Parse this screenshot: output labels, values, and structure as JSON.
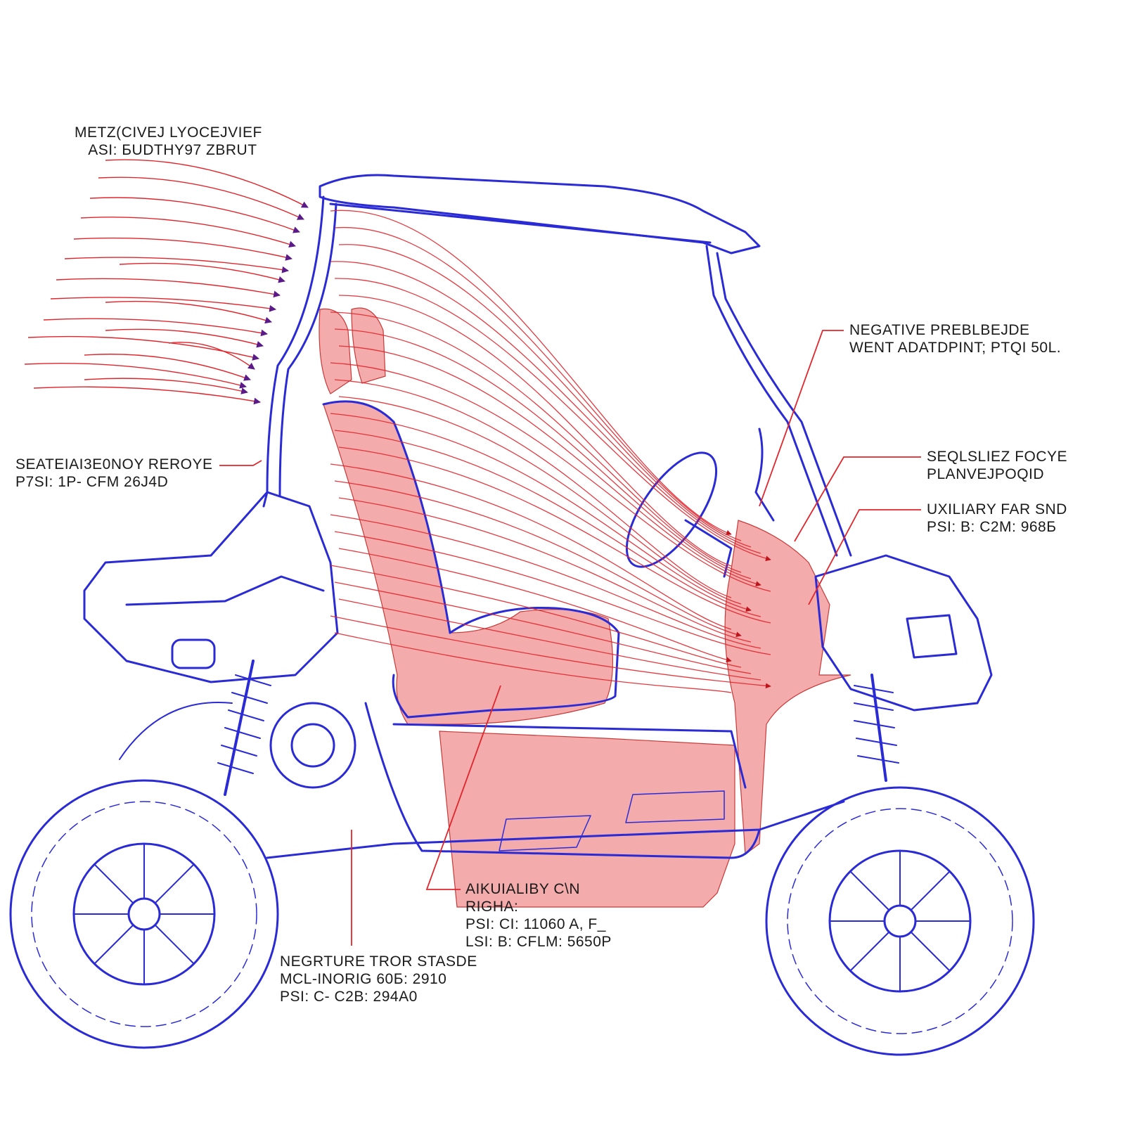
{
  "colors": {
    "frame": "#2b2bd6",
    "flow": "#e0262d",
    "fill": "#ef8f8f",
    "arrow": "#5a1a8a",
    "text": "#1a1a1a",
    "background": "#ffffff"
  },
  "callouts": [
    {
      "id": "top-left",
      "lines": [
        "METZ(CIVEJ LYOCEJVIEF",
        "ASI: БUDTHY97 ZBRUT"
      ]
    },
    {
      "id": "seat",
      "lines": [
        "SEATEIAI3E0NOY REROYE",
        "P7SI: 1P- CFM 26J4D"
      ]
    },
    {
      "id": "negative-pressure-vent",
      "lines": [
        "NEGATIVE PREBLBEJDE",
        "WENT ADATDPINT; PTQI 50L."
      ]
    },
    {
      "id": "seal-force",
      "lines": [
        "SEQLSLIEZ FOCYE",
        "PLANVEJPOQID"
      ]
    },
    {
      "id": "auxiliary-fan",
      "lines": [
        "UXILIARY FAR SND",
        "PSI: B: C2M: 968Б"
      ]
    },
    {
      "id": "auxiliary-can",
      "lines": [
        "AIKUIALIBY C\\N",
        "RIGHA:",
        "PSI: CI: 11060 A, F_",
        "LSI: B: CFLM: 5650P"
      ]
    },
    {
      "id": "negative-door",
      "lines": [
        "NEGRTURE TROR STASDE",
        "MCL-INORIG 60Б: 2910",
        "PSI: C- C2B: 294A0"
      ]
    }
  ]
}
